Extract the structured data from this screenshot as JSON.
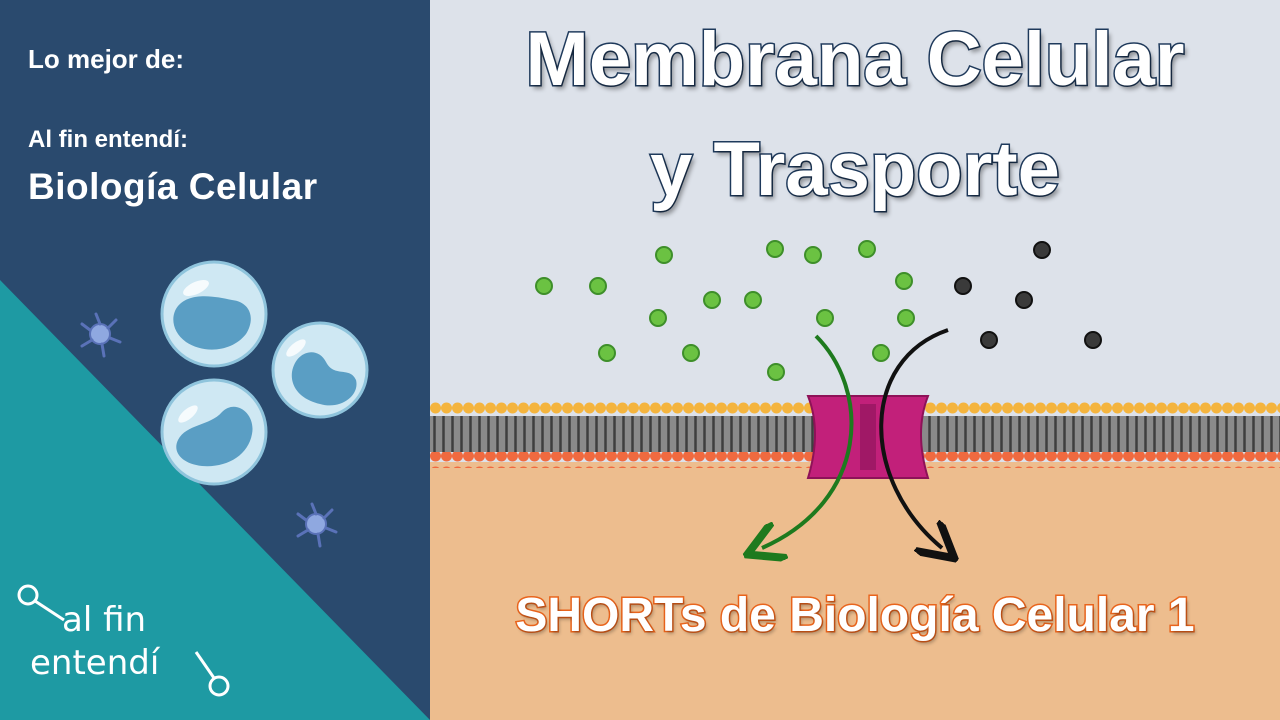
{
  "left_panel": {
    "best_of": "Lo mejor de:",
    "finally_understood": "Al fin entendí:",
    "subject": "Biología Celular",
    "logo_line1": "al fin",
    "logo_line2": "entendí"
  },
  "main": {
    "title_line1": "Membrana Celular",
    "title_line2": "y Trasporte",
    "series_label": "SHORTs de Biología Celular 1"
  },
  "colors": {
    "navy": "#2a4a6e",
    "teal": "#1e9aa3",
    "sky": "#dde2ea",
    "cytoplasm": "#edbd8e",
    "protein": "#c2207a",
    "green_molecule": "#6bc242",
    "black_molecule": "#3a3a3a",
    "orange_text_stroke": "#e9641c"
  }
}
